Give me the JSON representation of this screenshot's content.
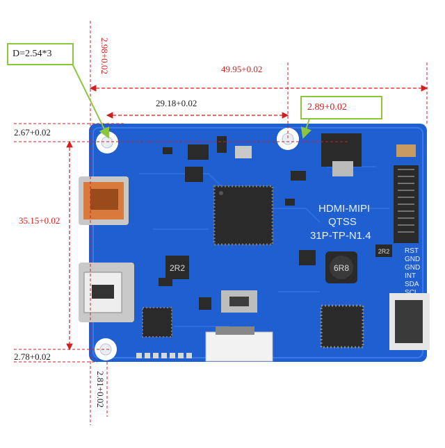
{
  "callouts": {
    "drill": "D=2.54*3",
    "hole_offset": "2.89+0.02"
  },
  "dimensions": {
    "top_offset_vertical": "2.98+0.02",
    "overall_width": "49.95+0.02",
    "hole_spacing": "29.18+0.02",
    "top_hole_y": "2.67+0.02",
    "board_height": "35.15+0.02",
    "bottom_hole_y": "2.78+0.02",
    "bottom_offset_vertical": "2.81+0.02"
  },
  "board": {
    "label_line1": "HDMI-MIPI",
    "label_line2": "QTSS",
    "label_line3": "31P-TP-N1.4",
    "inductor_1": "2R2",
    "inductor_2": "6R8",
    "inductor_3": "2R2",
    "pins": [
      "RST",
      "GND",
      "GND",
      "INT",
      "SDA",
      "SCL"
    ],
    "colors": {
      "pcb": "#1f5fd0",
      "dimension": "#d21e1e",
      "callout_border": "#8cc63f"
    }
  }
}
